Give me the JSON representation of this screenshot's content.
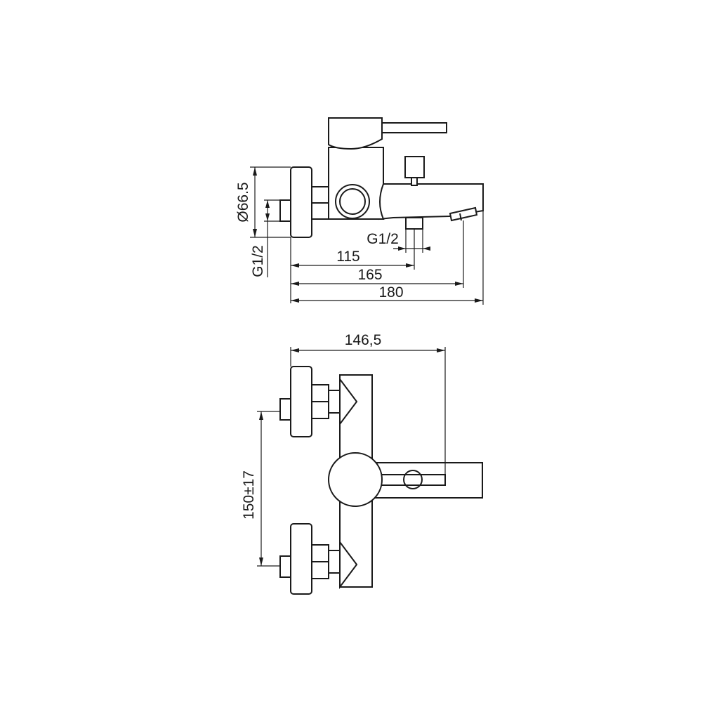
{
  "side_view": {
    "dimensions": {
      "diameter": "Ø66.5",
      "wall_thread": "G1/2",
      "outlet_thread": "G1/2",
      "depth_outlet": "115",
      "depth_aerator": "165",
      "depth_total": "180"
    }
  },
  "top_view": {
    "dimensions": {
      "handle_reach": "146,5",
      "centre_distance": "150±17"
    }
  },
  "colors": {
    "line": "#1a1a1a",
    "background": "#ffffff"
  }
}
